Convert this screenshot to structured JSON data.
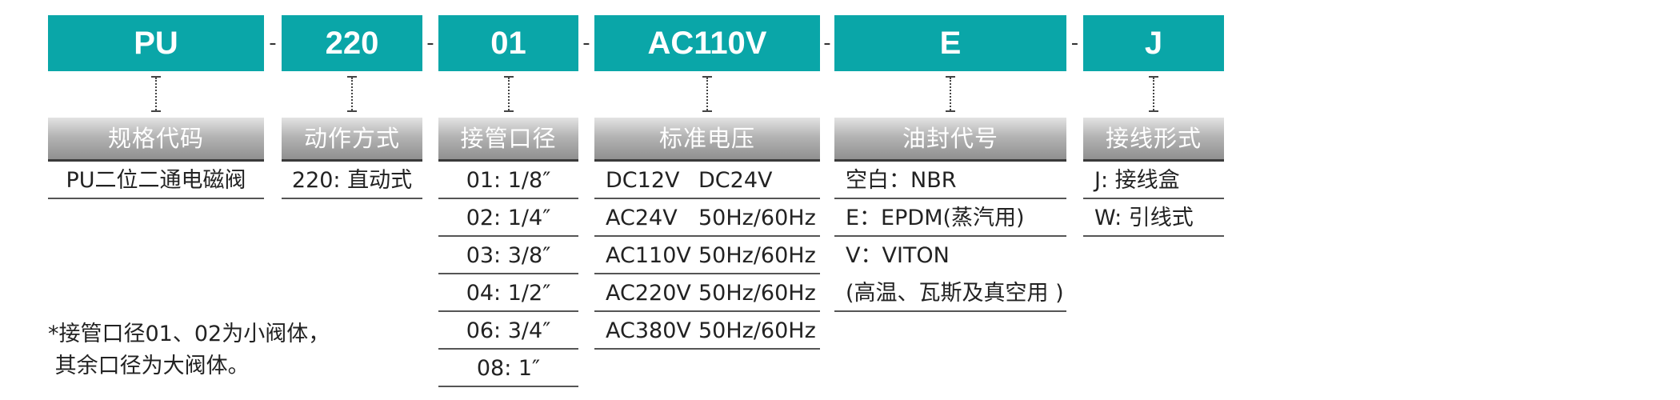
{
  "separator": "-",
  "columns": [
    {
      "code": "PU",
      "header": "规格代码",
      "items": [
        {
          "text": "PU二位二通电磁阀"
        }
      ]
    },
    {
      "code": "220",
      "header": "动作方式",
      "items": [
        {
          "text": "220: 直动式"
        }
      ]
    },
    {
      "code": "01",
      "header": "接管口径",
      "items": [
        {
          "text": "01: 1/8″"
        },
        {
          "text": "02: 1/4″"
        },
        {
          "text": "03: 3/8″"
        },
        {
          "text": "04: 1/2″"
        },
        {
          "text": "06: 3/4″"
        },
        {
          "text": "08: 1″"
        }
      ]
    },
    {
      "code": "AC110V",
      "header": "标准电压",
      "items": [
        {
          "a": "DC12V",
          "b": "DC24V"
        },
        {
          "a": "AC24V",
          "b": "50Hz/60Hz"
        },
        {
          "a": "AC110V",
          "b": "50Hz/60Hz"
        },
        {
          "a": "AC220V",
          "b": "50Hz/60Hz"
        },
        {
          "a": "AC380V",
          "b": "50Hz/60Hz"
        }
      ]
    },
    {
      "code": "E",
      "header": "油封代号",
      "items": [
        {
          "text": "空白：NBR"
        },
        {
          "text": "E：EPDM(蒸汽用)"
        },
        {
          "text": "V：VITON"
        },
        {
          "text": "(高温、瓦斯及真空用 )"
        }
      ]
    },
    {
      "code": "J",
      "header": "接线形式",
      "items": [
        {
          "text": "J: 接线盒"
        },
        {
          "text": "W: 引线式"
        }
      ]
    }
  ],
  "note": {
    "line1": "*接管口径01、02为小阀体，",
    "line2": " 其余口径为大阀体。"
  },
  "colors": {
    "code_bg": "#0aa6a8",
    "header_gradient_top": "#e3e3e3",
    "header_gradient_bottom": "#909090"
  }
}
